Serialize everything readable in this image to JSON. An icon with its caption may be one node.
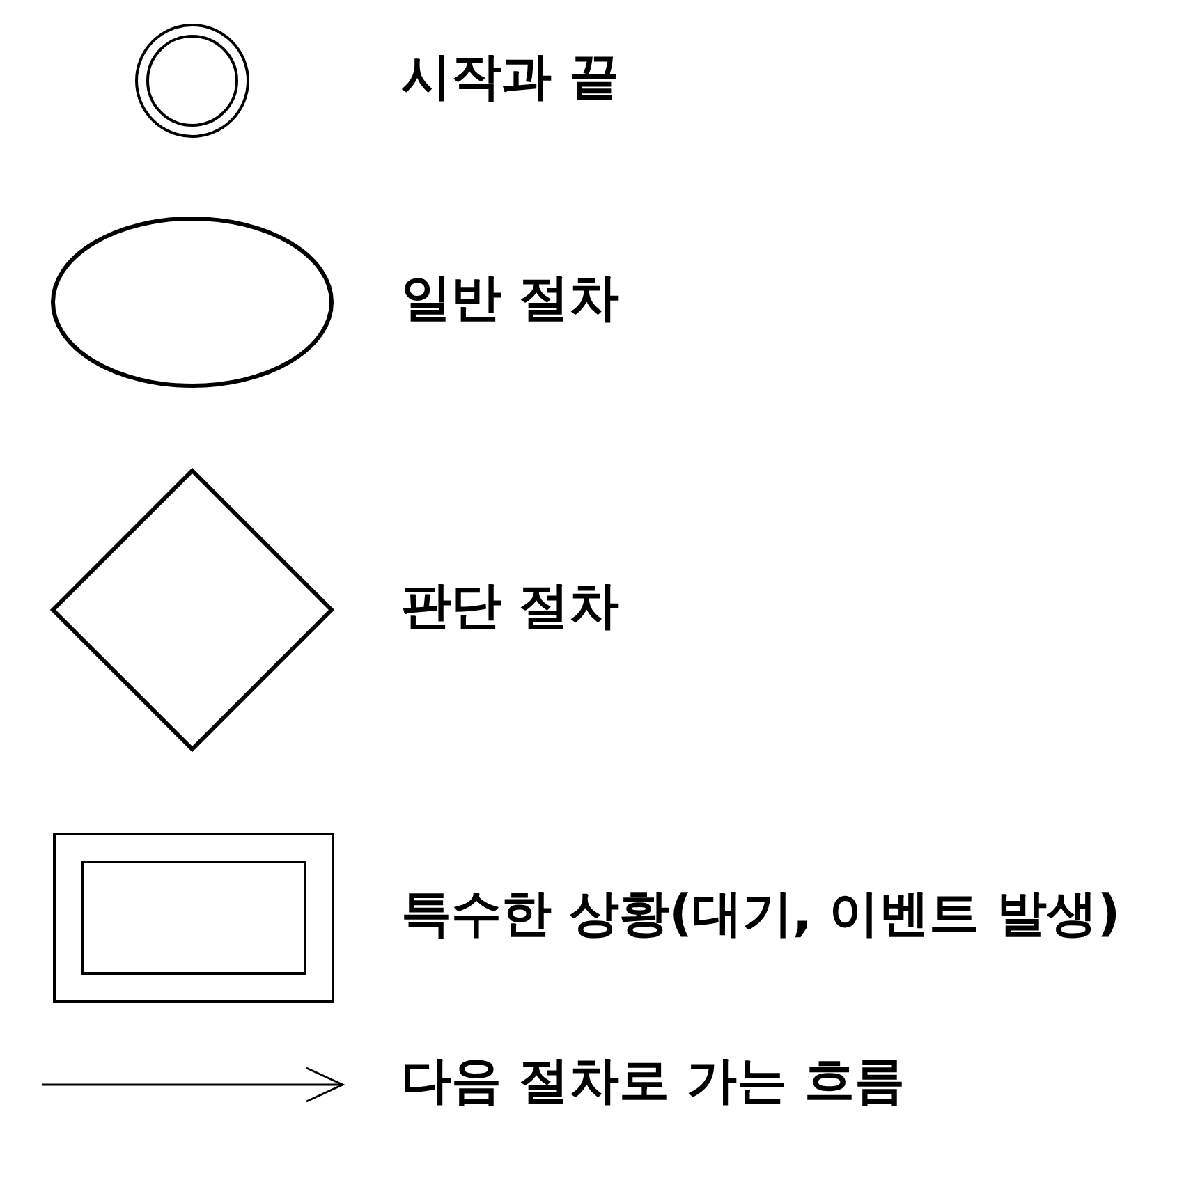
{
  "diagram": {
    "nodes": [
      {
        "text": [],
        "shape": "circle"
      },
      {
        "text": [],
        "shape": "ellipse"
      },
      {
        "text": [],
        "shape": "diamond"
      },
      {
        "text": [],
        "shape": "box"
      }
    ],
    "legend": [
      {
        "text": "시작과 끝"
      },
      {
        "text": "일반 절차"
      },
      {
        "text": "판단 절차"
      },
      {
        "text": "특수한 상황(대기, 이벤트 발생)"
      },
      {
        "text": "다음 절차로 가는 흐름"
      }
    ]
  }
}
